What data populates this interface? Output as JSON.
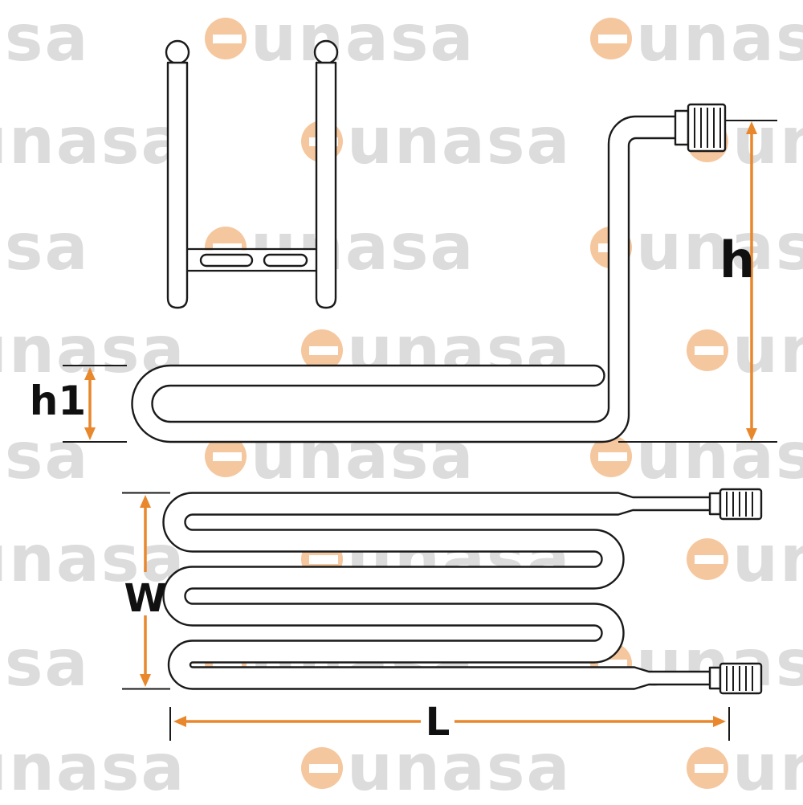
{
  "watermark": {
    "brand": "eunasa",
    "text": "unasa"
  },
  "annotations": {
    "h": "h",
    "h1": "h1",
    "w": "W",
    "l": "L"
  },
  "colors": {
    "dimension_arrow_orange": "#E8872C",
    "drawing_line": "#1A1A1A",
    "watermark_gray": "#DCDCDC",
    "watermark_logo_orange": "#F5C79E",
    "background": "#FFFFFF"
  }
}
